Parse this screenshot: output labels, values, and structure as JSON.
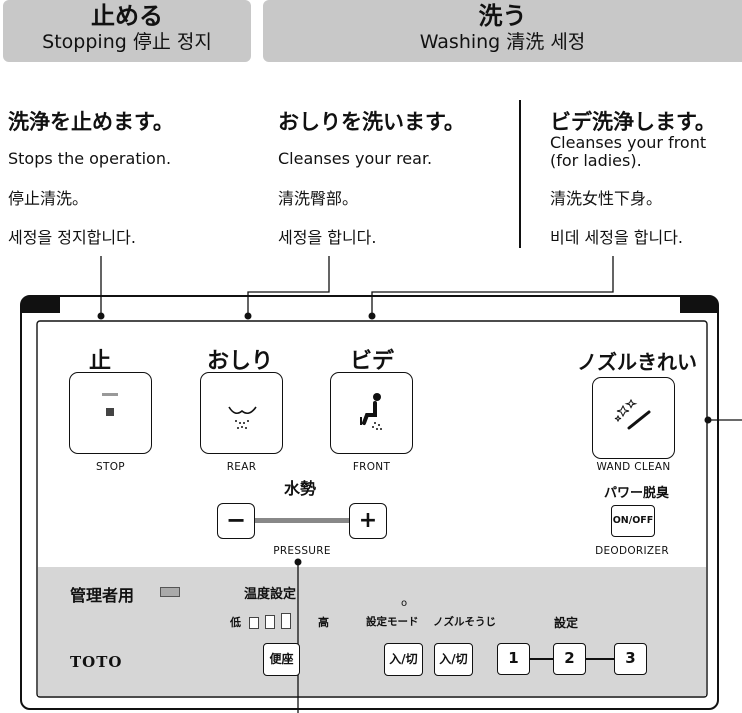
{
  "headers": {
    "stop": {
      "title": "止める",
      "subtitle": "Stopping 停止 정지"
    },
    "wash": {
      "title": "洗う",
      "subtitle": "Washing 清洗 세정"
    }
  },
  "columns": {
    "stop": {
      "heading": "洗浄を止めます。",
      "en": "Stops the operation.",
      "zh": "停止清洗。",
      "ko": "세정을 정지합니다."
    },
    "rear": {
      "heading": "おしりを洗います。",
      "en": "Cleanses your rear.",
      "zh": "清洗臀部。",
      "ko": "세정을 합니다."
    },
    "front": {
      "heading": "ビデ洗浄します。",
      "en_line1": "Cleanses your front",
      "en_line2": "(for ladies).",
      "zh": "清洗女性下身。",
      "ko": "비데 세정을 합니다."
    }
  },
  "panel": {
    "stop": {
      "label": "止",
      "sub": "STOP"
    },
    "rear": {
      "label": "おしり",
      "sub": "REAR"
    },
    "front": {
      "label": "ビデ",
      "sub": "FRONT"
    },
    "wand_clean": {
      "label": "ノズルきれい",
      "sub": "WAND CLEAN"
    },
    "pressure": {
      "label": "水勢",
      "sub": "PRESSURE",
      "minus": "−",
      "plus": "+"
    },
    "deodorizer": {
      "label": "パワー脱臭",
      "button": "ON/OFF",
      "sub": "DEODORIZER"
    }
  },
  "admin": {
    "title": "管理者用",
    "temp_title": "温度設定",
    "low": "低",
    "high": "高",
    "seat_button": "便座",
    "led": "o",
    "mode_label": "設定モード",
    "nozzle_label": "ノズルそうじ",
    "onoff1": "入/切",
    "onoff2": "入/切",
    "setting_label": "設定",
    "nums": [
      "1",
      "2",
      "3"
    ],
    "brand": "TOTO"
  }
}
